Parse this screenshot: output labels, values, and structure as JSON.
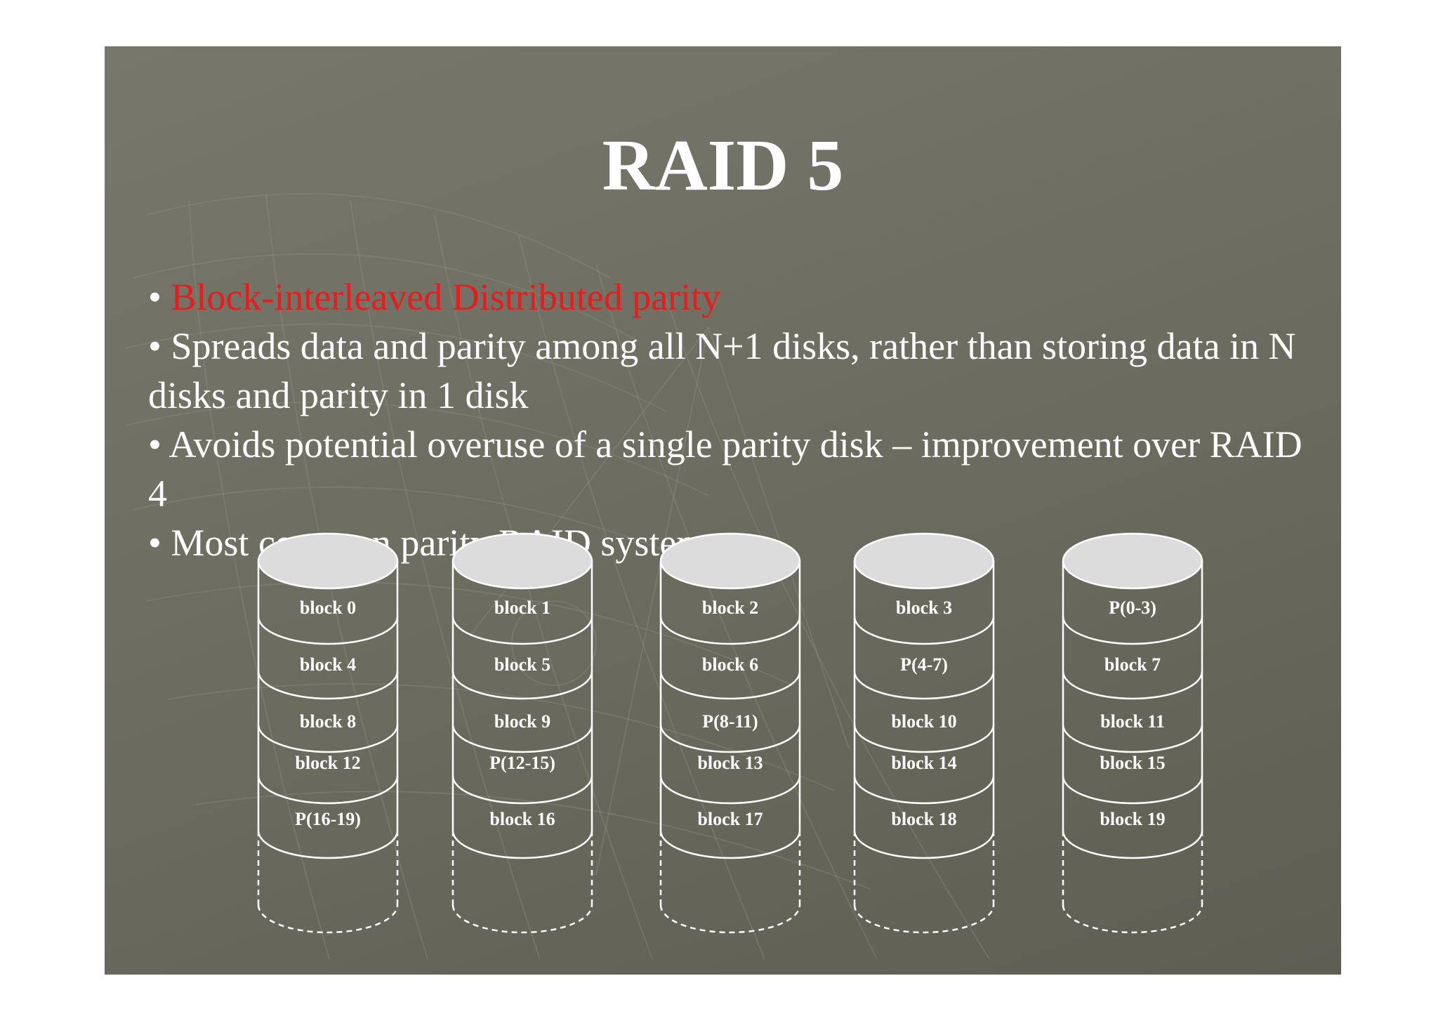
{
  "slide": {
    "title": "RAID 5",
    "bullets": [
      {
        "text": "Block-interleaved Distributed parity",
        "highlight": true
      },
      {
        "text": "Spreads data and parity among all N+1 disks, rather than storing data in N disks and parity in 1 disk",
        "highlight": false
      },
      {
        "text": "Avoids potential overuse of a single parity disk – improvement over RAID 4",
        "highlight": false
      },
      {
        "text": "Most common parity RAID system",
        "highlight": false
      }
    ],
    "bullet_symbol": "•"
  },
  "colors": {
    "background": "#6f6f63",
    "title": "#ffffff",
    "text": "#ffffff",
    "highlight": "#e81c1c",
    "disk_top": "#dcdcdc",
    "disk_line": "#ffffff"
  },
  "disks": [
    {
      "blocks": [
        "block 0",
        "block 4",
        "block 8",
        "block 12",
        "P(16-19)"
      ]
    },
    {
      "blocks": [
        "block 1",
        "block 5",
        "block 9",
        "P(12-15)",
        "block 16"
      ]
    },
    {
      "blocks": [
        "block 2",
        "block 6",
        "P(8-11)",
        "block 13",
        "block 17"
      ]
    },
    {
      "blocks": [
        "block 3",
        "P(4-7)",
        "block 10",
        "block 14",
        "block 18"
      ]
    },
    {
      "blocks": [
        "P(0-3)",
        "block 7",
        "block 11",
        "block 15",
        "block 19"
      ]
    }
  ]
}
